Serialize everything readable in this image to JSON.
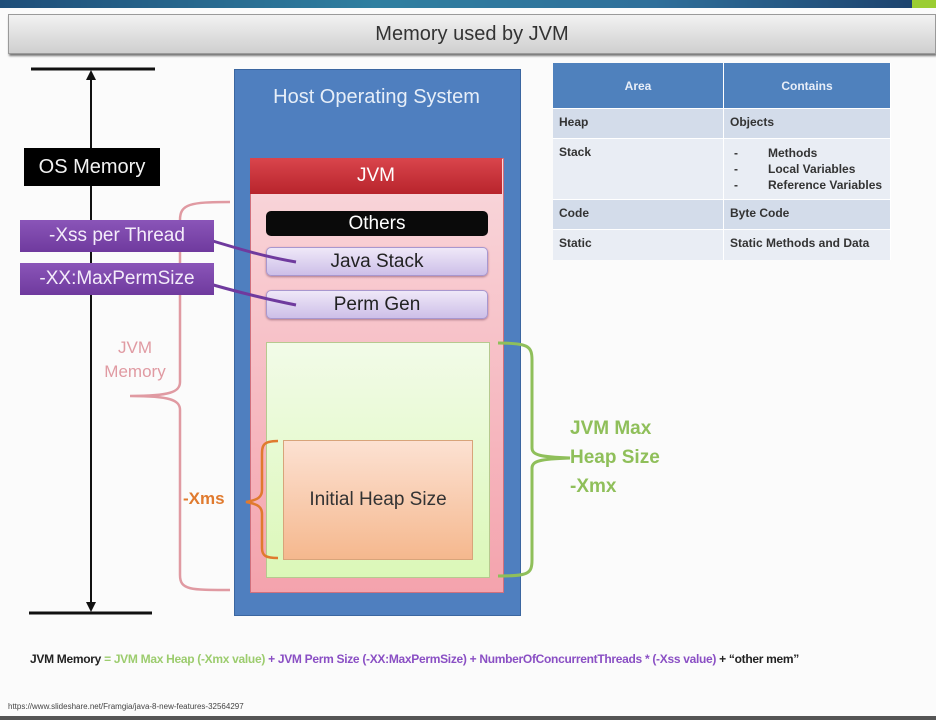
{
  "title": "Memory used by JVM",
  "diagram": {
    "os_memory_label": "OS Memory",
    "host_os_label": "Host Operating System",
    "jvm_label": "JVM",
    "others_label": "Others",
    "java_stack_label": "Java Stack",
    "perm_gen_label": "Perm Gen",
    "initial_heap_label": "Initial Heap Size",
    "xss_tag": "-Xss per Thread",
    "maxpermsize_tag": "-XX:MaxPermSize",
    "jvm_memory_label": [
      "JVM",
      "Memory"
    ],
    "xms_label": "-Xms",
    "xmx_label": [
      "JVM Max",
      "Heap Size",
      "-Xmx"
    ],
    "colors": {
      "host_os": "#4f7fbf",
      "jvm_header": "#c0282f",
      "heap_max": "#dbf8b8",
      "heap_init": "#f5b88e",
      "tag_purple": "#7a44a8",
      "brace_pink": "#e09aa2",
      "brace_orange": "#e07a2e",
      "brace_green": "#8fbf5a"
    }
  },
  "table": {
    "headers": [
      "Area",
      "Contains"
    ],
    "rows": [
      {
        "area": "Heap",
        "contains": [
          "Objects"
        ]
      },
      {
        "area": "Stack",
        "contains": [
          "Methods",
          "Local Variables",
          "Reference Variables"
        ]
      },
      {
        "area": "Code",
        "contains": [
          "Byte Code"
        ]
      },
      {
        "area": "Static",
        "contains": [
          "Static Methods and Data"
        ]
      }
    ]
  },
  "formula": {
    "lhs": "JVM Memory",
    "eq": " = ",
    "term1": "JVM Max Heap (-Xmx value)",
    "plus1": " + ",
    "term2": "JVM Perm Size (-XX:MaxPermSize)",
    "plus2": " + ",
    "term3": "NumberOfConcurrentThreads * (-Xss value)",
    "plus3": " + ",
    "term4": "“other mem”"
  },
  "source_url": "https://www.slideshare.net/Framgia/java-8-new-features-32564297"
}
